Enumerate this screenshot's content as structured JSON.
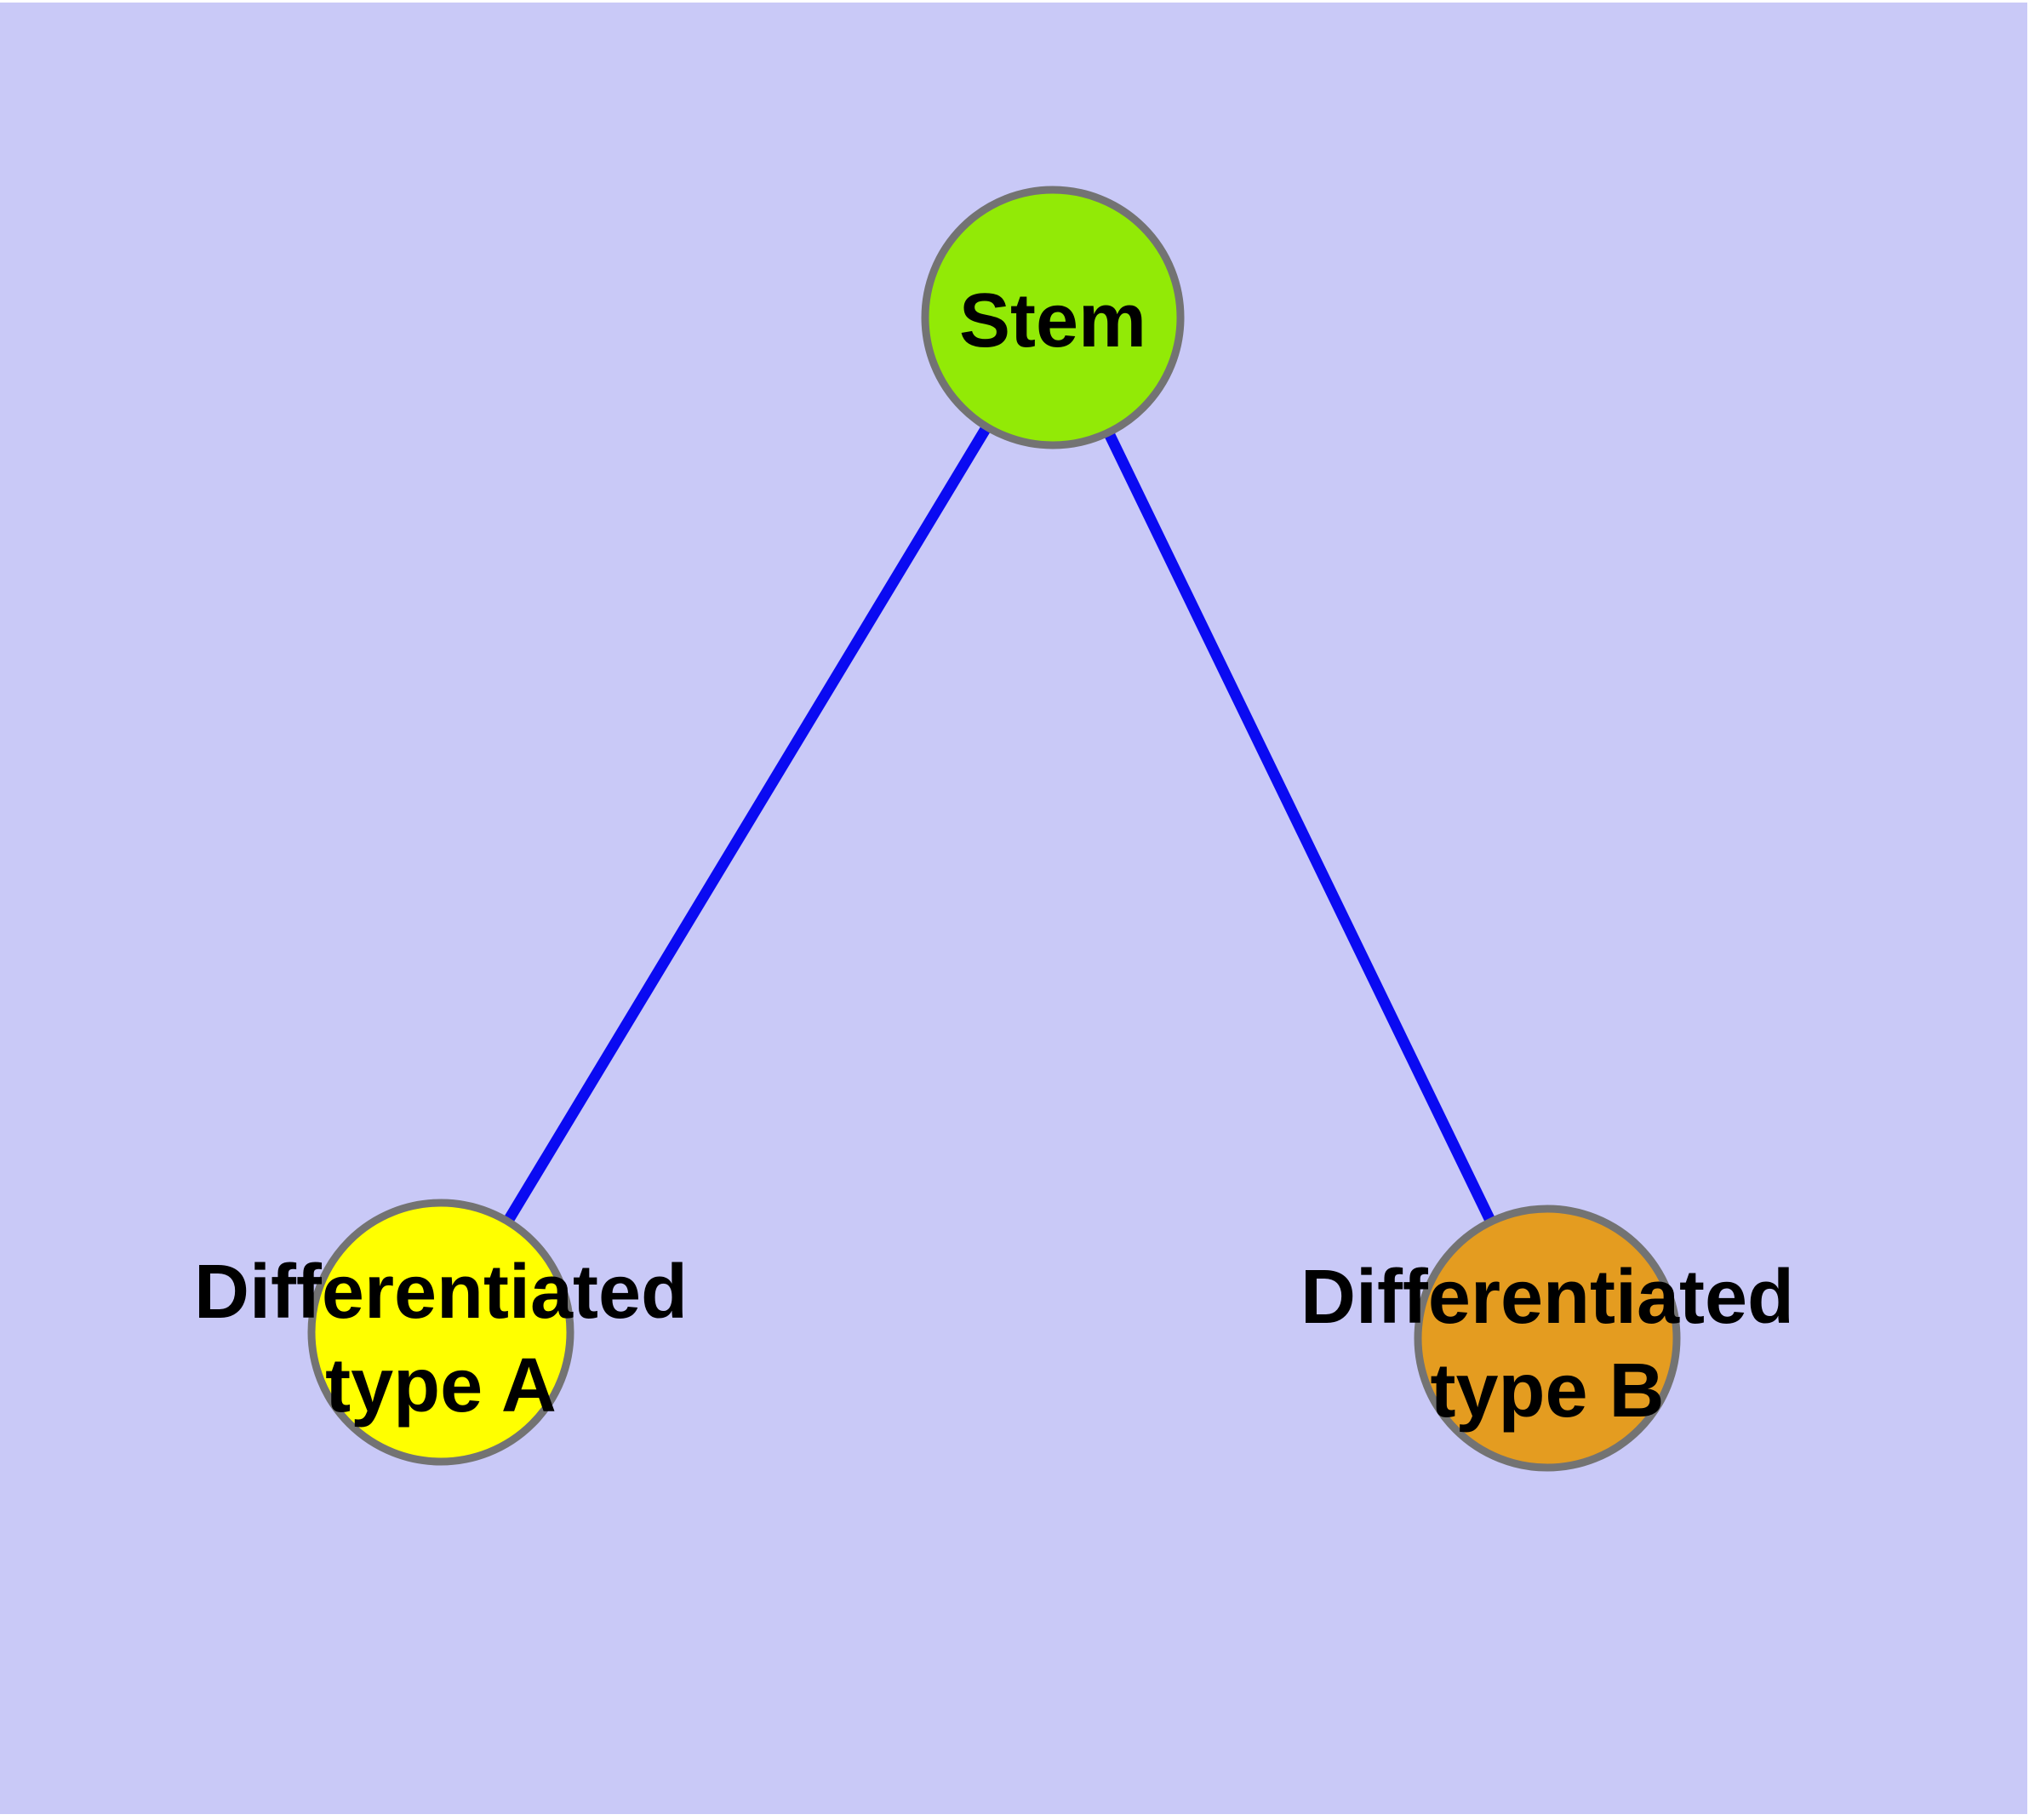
{
  "figure": {
    "kind": "node-link-diagram",
    "page_background": "#ffffff",
    "plot_background": "#c9c9f7",
    "edge_color": "#0a0af2",
    "node_border_color": "#737373",
    "label_color": "#000000"
  },
  "nodes": {
    "stem": {
      "label": "Stem",
      "fill": "#92ea06"
    },
    "type_a": {
      "label": "Differentiated type A",
      "label_line1": "Differentiated",
      "label_line2": "type A",
      "fill": "#ffff00"
    },
    "type_b": {
      "label": "Differentiated type B",
      "label_line1": "Differentiated",
      "label_line2": "type B",
      "fill": "#e49c20"
    }
  },
  "edges": [
    {
      "from": "Stem",
      "to": "Differentiated type A"
    },
    {
      "from": "Stem",
      "to": "Differentiated type B"
    }
  ]
}
